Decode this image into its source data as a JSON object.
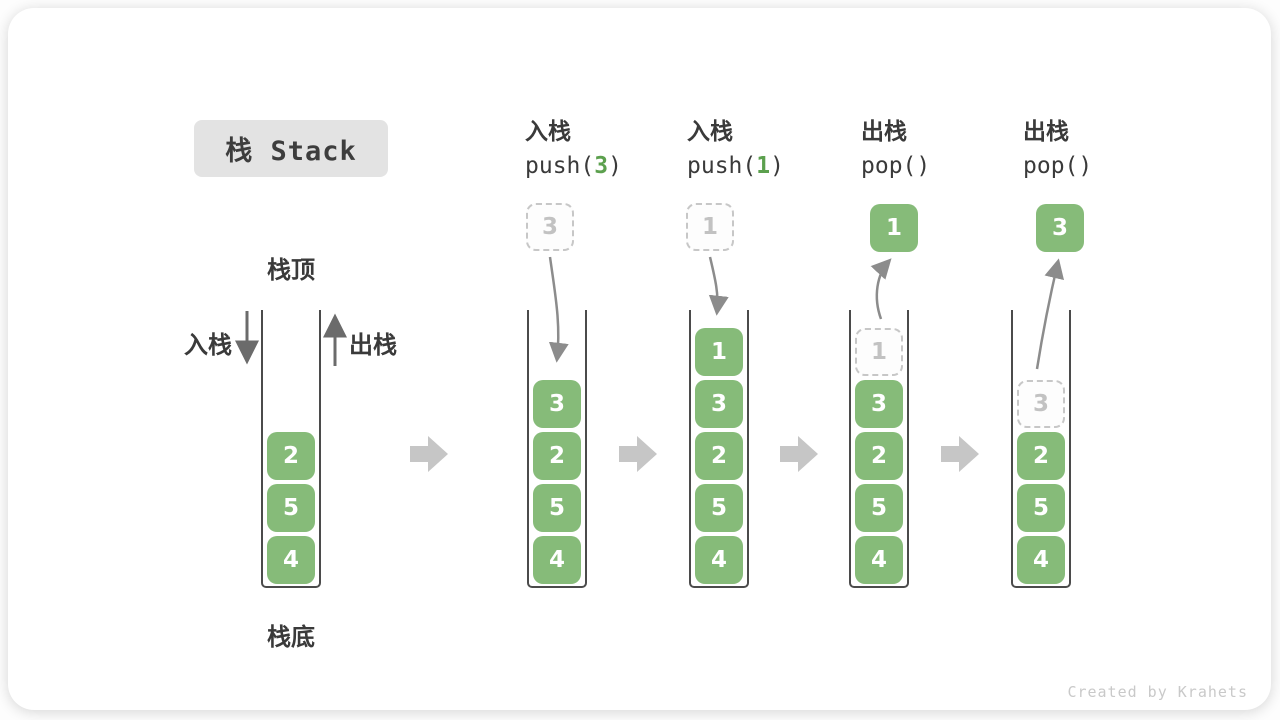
{
  "title": "栈 Stack",
  "footer": "Created by Krahets",
  "colors": {
    "cell_green": "#86bb79",
    "code_arg_green": "#5ca04e",
    "ghost_gray": "#c2c2c2",
    "wall_gray": "#4b4b4b",
    "curve_arrow_gray": "#8c8c8c",
    "block_arrow_gray": "#c6c6c6",
    "title_bg": "#e3e3e3",
    "text_dark": "#3a3a3a"
  },
  "initial": {
    "top_label": "栈顶",
    "bottom_label": "栈底",
    "push_label": "入栈",
    "pop_label": "出栈",
    "cells": [
      "2",
      "5",
      "4"
    ]
  },
  "steps": [
    {
      "op": "入栈",
      "code_pre": "push(",
      "code_arg": "3",
      "code_close": ")",
      "floating": "3",
      "cells": [
        "3",
        "2",
        "5",
        "4"
      ]
    },
    {
      "op": "入栈",
      "code_pre": "push(",
      "code_arg": "1",
      "code_close": ")",
      "floating": "1",
      "cells": [
        "1",
        "3",
        "2",
        "5",
        "4"
      ]
    },
    {
      "op": "出栈",
      "code_pre": "pop(",
      "code_arg": "",
      "code_close": ")",
      "floating": "1",
      "ghost": "1",
      "cells": [
        "3",
        "2",
        "5",
        "4"
      ]
    },
    {
      "op": "出栈",
      "code_pre": "pop(",
      "code_arg": "",
      "code_close": ")",
      "floating": "3",
      "ghost": "3",
      "cells": [
        "2",
        "5",
        "4"
      ]
    }
  ]
}
